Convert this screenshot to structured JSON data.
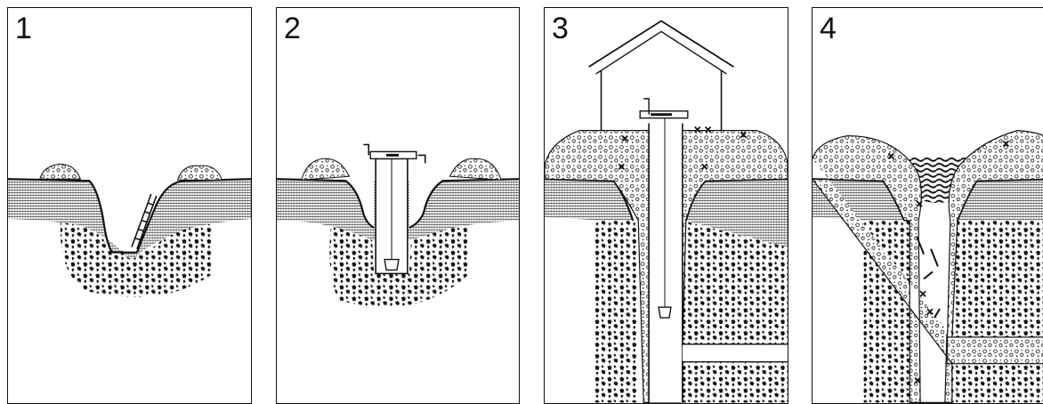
{
  "panels": [
    {
      "number": "1"
    },
    {
      "number": "2"
    },
    {
      "number": "3"
    },
    {
      "number": "4"
    }
  ]
}
